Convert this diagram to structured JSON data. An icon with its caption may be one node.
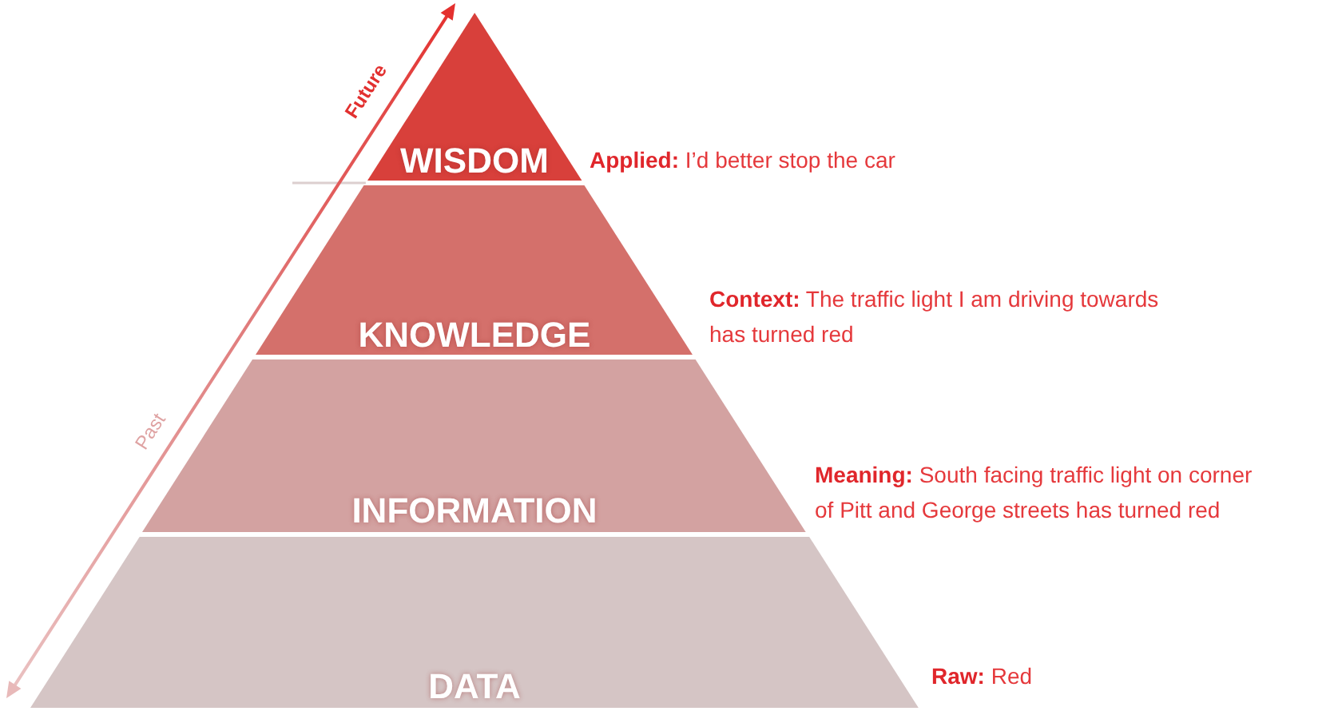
{
  "diagram": {
    "nodes": [
      {
        "text": [
          "WISDOM"
        ],
        "beside": [
          "**Applied:** I’d better stop the car"
        ]
      },
      {
        "text": [
          "KNOWLEDGE"
        ],
        "beside": [
          "**Context:** The traffic light I am driving towards has turned red"
        ]
      },
      {
        "text": [
          "INFORMATION"
        ],
        "beside": [
          "**Meaning:** South facing traffic light on corner of Pitt and George streets has turned red"
        ]
      },
      {
        "text": [
          "DATA"
        ],
        "beside": [
          "**Raw:** Red"
        ]
      }
    ],
    "labels": [
      "Future",
      "Past"
    ]
  }
}
